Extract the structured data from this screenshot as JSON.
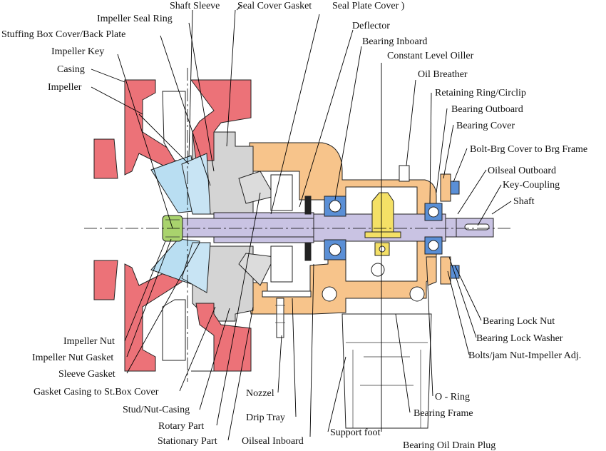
{
  "colors": {
    "casing": "#ec7278",
    "impeller_blue": "#b9def2",
    "stationary_gray": "#d4d4d4",
    "bearing_frame_orange": "#f7c48b",
    "shaft_lavender": "#c9c3e3",
    "bearing_blue": "#5a8fd6",
    "oiler_yellow": "#f4e066",
    "nut_green": "#a9d36d",
    "line": "#000000"
  },
  "labels": [
    {
      "id": "shaft-sleeve",
      "text": "Shaft Sleeve"
    },
    {
      "id": "seal-cover-gasket",
      "text": "Seal Cover Gasket"
    },
    {
      "id": "seal-plate-cover",
      "text": "Seal Plate Cover )"
    },
    {
      "id": "impeller-seal-ring",
      "text": "Impeller Seal Ring"
    },
    {
      "id": "stuffing-box-cover",
      "text": "Stuffing Box Cover/Back Plate"
    },
    {
      "id": "deflector",
      "text": "Deflector"
    },
    {
      "id": "bearing-inboard",
      "text": "Bearing Inboard"
    },
    {
      "id": "impeller-key",
      "text": "Impeller Key"
    },
    {
      "id": "constant-level-oiller",
      "text": "Constant Level Oiller"
    },
    {
      "id": "casing",
      "text": "Casing"
    },
    {
      "id": "oil-breather",
      "text": "Oil Breather"
    },
    {
      "id": "impeller",
      "text": "Impeller"
    },
    {
      "id": "retaining-ring",
      "text": "Retaining Ring/Circlip"
    },
    {
      "id": "bearing-outboard",
      "text": "Bearing Outboard"
    },
    {
      "id": "bearing-cover",
      "text": "Bearing Cover"
    },
    {
      "id": "bolt-brg-cover",
      "text": "Bolt-Brg Cover to Brg Frame"
    },
    {
      "id": "oilseal-outboard",
      "text": "Oilseal Outboard"
    },
    {
      "id": "key-coupling",
      "text": "Key-Coupling"
    },
    {
      "id": "shaft",
      "text": "Shaft"
    },
    {
      "id": "bearing-lock-nut",
      "text": "Bearing Lock Nut"
    },
    {
      "id": "impeller-nut",
      "text": "Impeller Nut"
    },
    {
      "id": "bearing-lock-washer",
      "text": "Bearing Lock Washer"
    },
    {
      "id": "impeller-nut-gasket",
      "text": "Impeller Nut Gasket"
    },
    {
      "id": "bolts-jam-nut",
      "text": "Bolts/jam Nut-Impeller Adj."
    },
    {
      "id": "sleeve-gasket",
      "text": "Sleeve Gasket"
    },
    {
      "id": "gasket-casing",
      "text": "Gasket Casing to St.Box Cover"
    },
    {
      "id": "nozzel",
      "text": "Nozzel"
    },
    {
      "id": "o-ring",
      "text": "O - Ring"
    },
    {
      "id": "stud-nut-casing",
      "text": "Stud/Nut-Casing"
    },
    {
      "id": "bearing-frame",
      "text": "Bearing Frame"
    },
    {
      "id": "drip-tray",
      "text": "Drip Tray"
    },
    {
      "id": "rotary-part",
      "text": "Rotary Part"
    },
    {
      "id": "support-foot",
      "text": "Support foot"
    },
    {
      "id": "stationary-part",
      "text": "Stationary Part"
    },
    {
      "id": "oilseal-inboard",
      "text": "Oilseal Inboard"
    },
    {
      "id": "bearing-oil-drain-plug",
      "text": "Bearing Oil Drain Plug"
    }
  ]
}
